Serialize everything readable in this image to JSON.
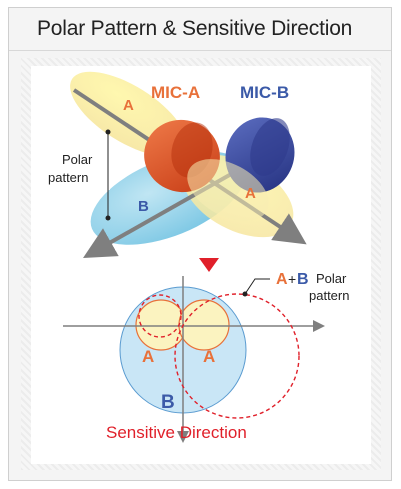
{
  "title": "Polar Pattern & Sensitive Direction",
  "labels": {
    "mic_a": "MIC-A",
    "mic_b": "MIC-B",
    "pattern_a_top": "A",
    "pattern_b_top": "B",
    "pattern_a_overlap": "A",
    "polar_line1": "Polar",
    "polar_line2": "pattern",
    "lower_a_left": "A",
    "lower_a_right": "A",
    "lower_b": "B",
    "legend_a": "A",
    "legend_plus": "+",
    "legend_b": "B",
    "legend_polar": "Polar",
    "legend_pattern": "pattern",
    "sensitive_direction": "Sensitive Direction"
  },
  "colors": {
    "orange": "#e8713a",
    "blue": "#3b5aa8",
    "red": "#e0202a",
    "pale_yellow": "#fbf3c0",
    "light_blue": "#9fd4ea",
    "axis_gray": "#7f7f7f"
  }
}
